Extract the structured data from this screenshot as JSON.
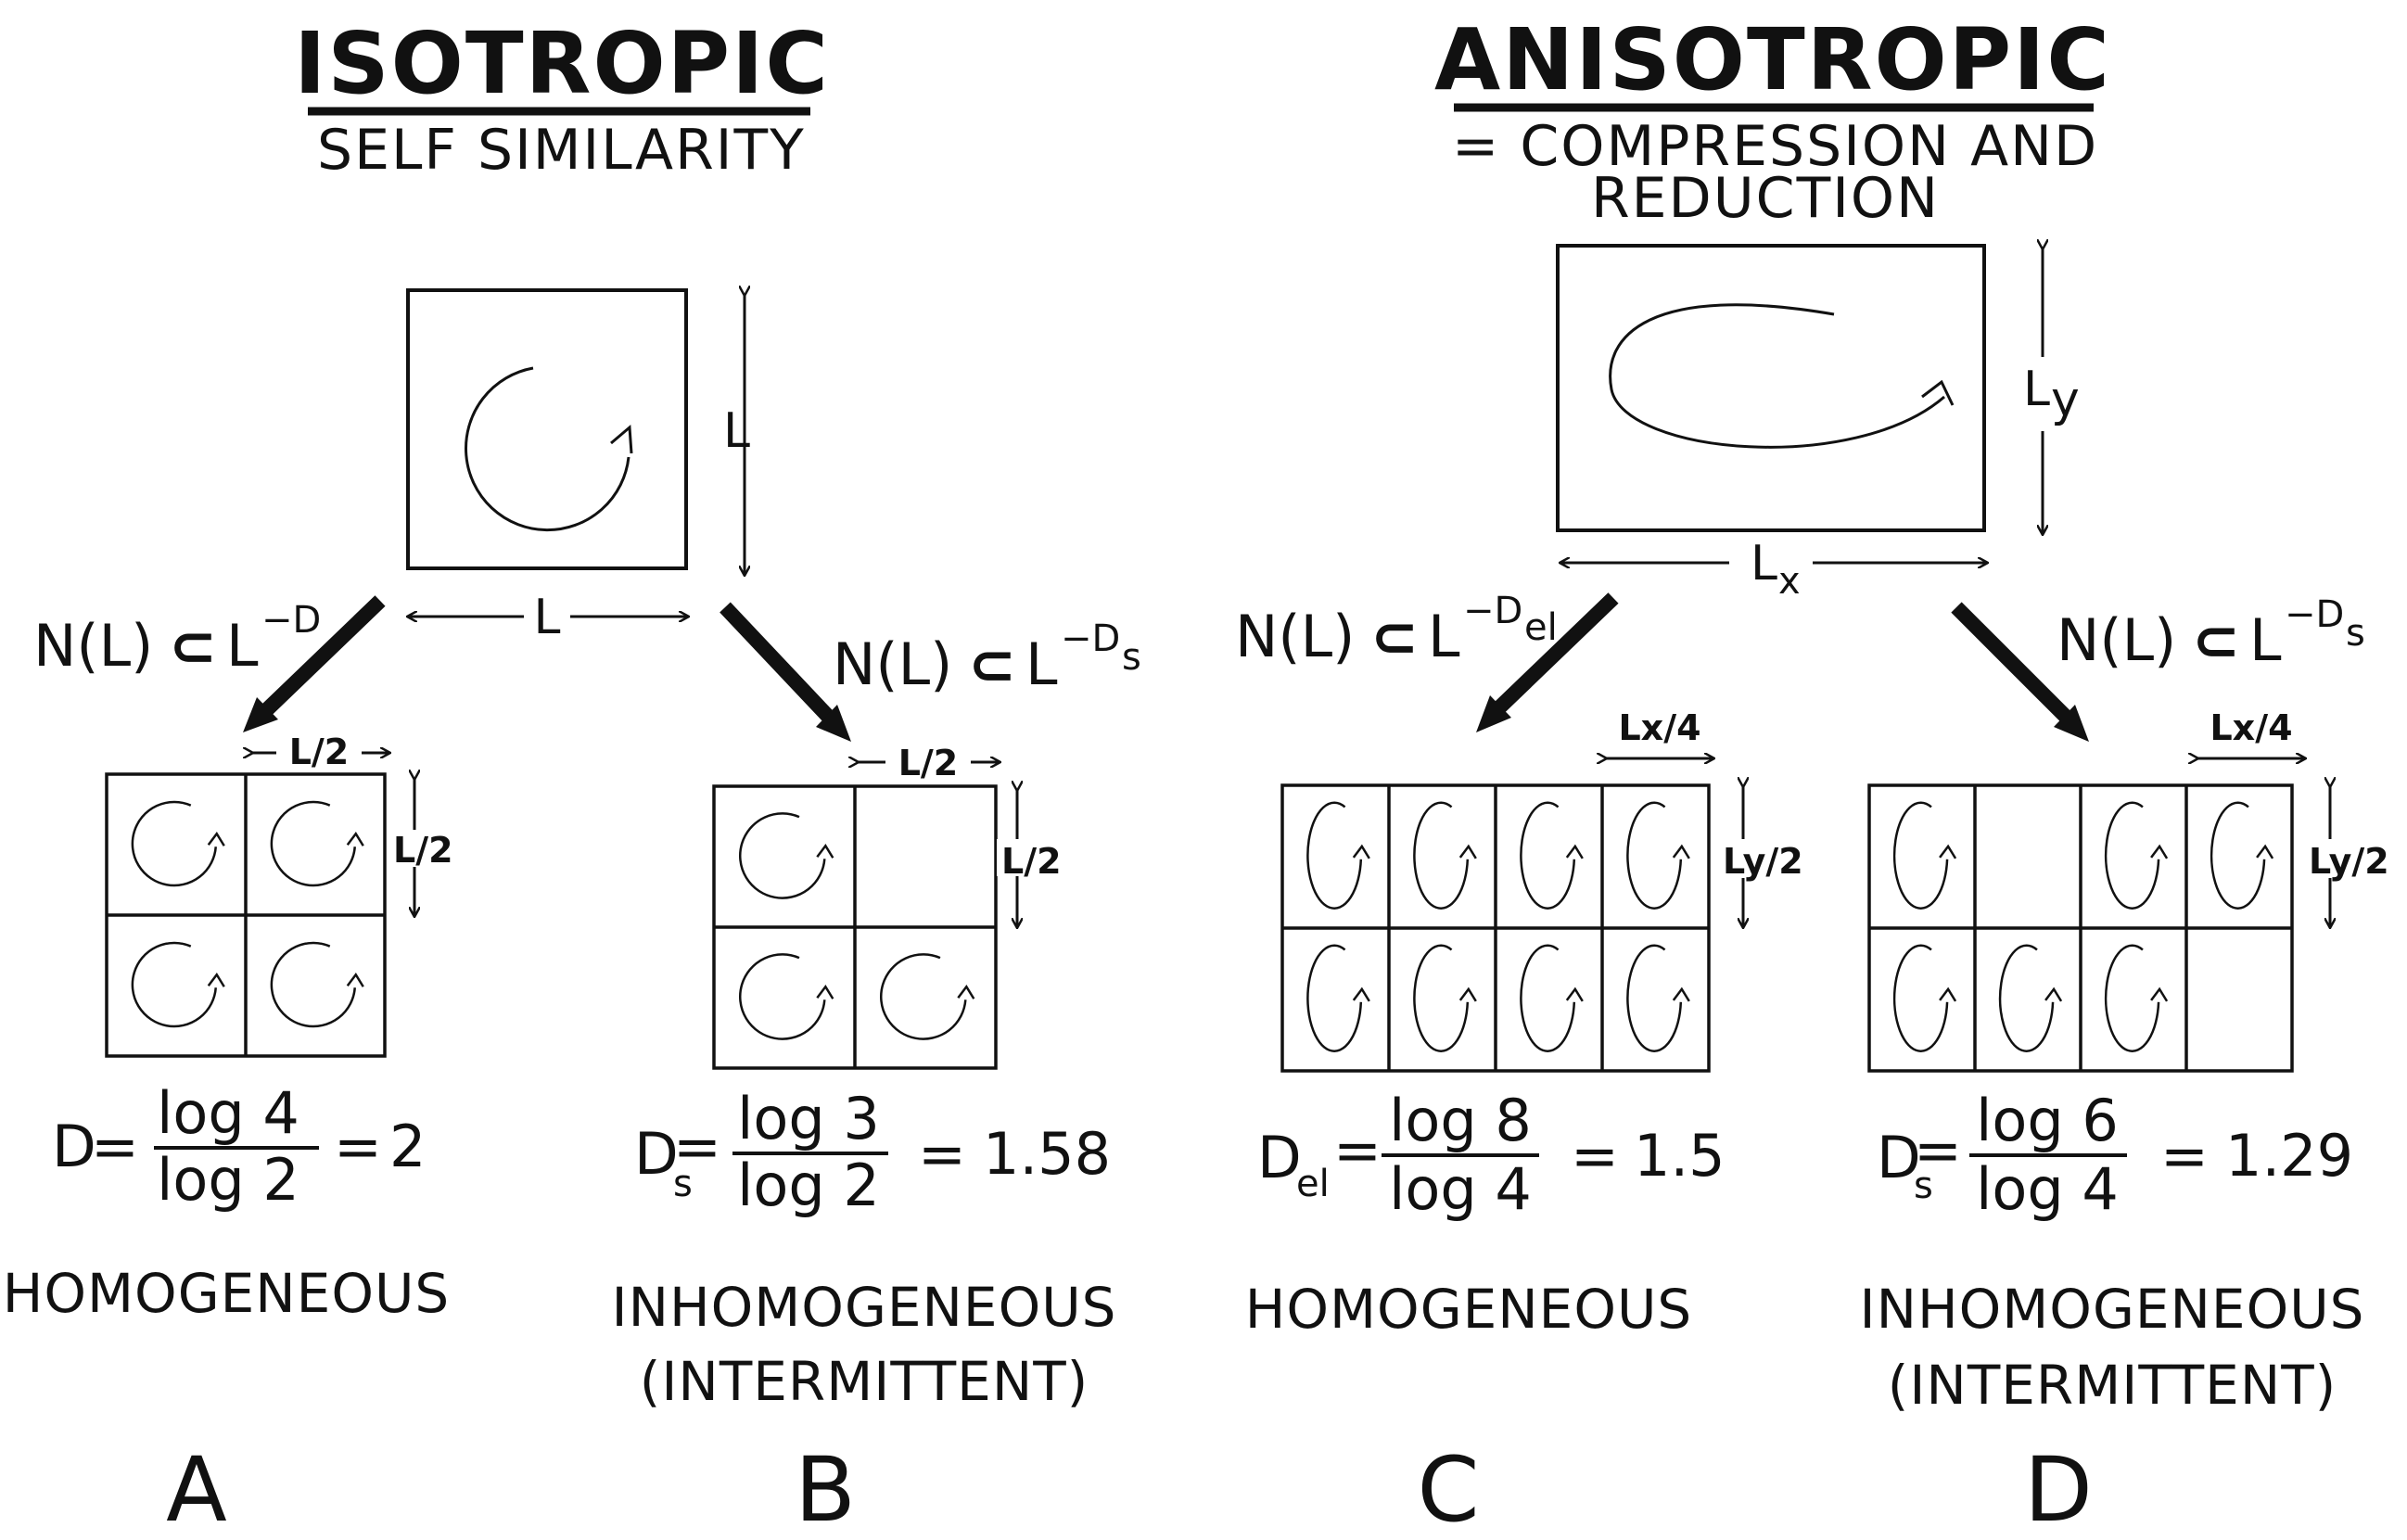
{
  "isotropic": {
    "title": "ISOTROPIC",
    "subtitle": "SELF SIMILARITY",
    "box_side_label": "L",
    "box_bottom_label": "L",
    "half_label": "L/2",
    "left_relation": {
      "base": "N(L)",
      "symbol": "⊂",
      "power_base": "L",
      "exponent": "−D"
    },
    "right_relation": {
      "base": "N(L)",
      "symbol": "⊂",
      "power_base": "L",
      "exponent": "−D",
      "exponent_sub": "s"
    }
  },
  "anisotropic": {
    "title": "ANISOTROPIC",
    "subtitle_line1": "= COMPRESSION AND",
    "subtitle_line2": "REDUCTION",
    "box_side_label": "L",
    "box_side_sub": "y",
    "box_bottom_label": "L",
    "box_bottom_sub": "x",
    "cell_width_label": "Lx/4",
    "cell_height_label": "Ly/2",
    "left_relation": {
      "base": "N(L)",
      "symbol": "⊂",
      "power_base": "L",
      "exponent": "−D",
      "exponent_sub": "el"
    },
    "right_relation": {
      "base": "N(L)",
      "symbol": "⊂",
      "power_base": "L",
      "exponent": "−D",
      "exponent_sub": "s"
    }
  },
  "panels": [
    {
      "letter": "A",
      "d_symbol": "D",
      "d_sub": "",
      "numerator": "log 4",
      "denominator": "log 2",
      "value": "2",
      "caption1": "HOMOGENEOUS",
      "caption2": ""
    },
    {
      "letter": "B",
      "d_symbol": "D",
      "d_sub": "s",
      "numerator": "log 3",
      "denominator": "log 2",
      "value": "1.58",
      "caption1": "INHOMOGENEOUS",
      "caption2": "(INTERMITTENT)"
    },
    {
      "letter": "C",
      "d_symbol": "D",
      "d_sub": "el",
      "numerator": "log 8",
      "denominator": "log 4",
      "value": "1.5",
      "caption1": "HOMOGENEOUS",
      "caption2": ""
    },
    {
      "letter": "D",
      "d_symbol": "D",
      "d_sub": "s",
      "numerator": "log 6",
      "denominator": "log 4",
      "value": "1.29",
      "caption1": "INHOMOGENEOUS",
      "caption2": "(INTERMITTENT)"
    }
  ],
  "grids": {
    "A": [
      true,
      true,
      true,
      true
    ],
    "B": [
      true,
      false,
      true,
      true
    ],
    "C": [
      true,
      true,
      true,
      true,
      true,
      true,
      true,
      true
    ],
    "D": [
      true,
      false,
      true,
      true,
      true,
      true,
      true,
      false
    ]
  }
}
